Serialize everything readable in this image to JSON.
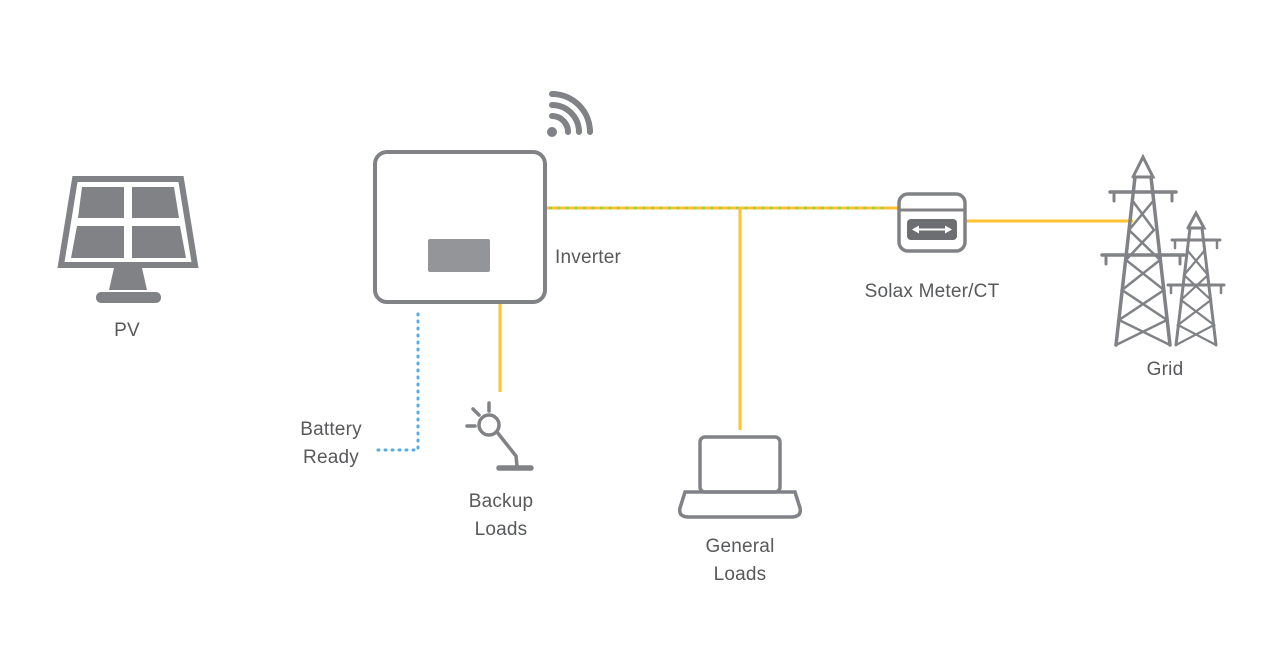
{
  "diagram": {
    "labels": {
      "pv": "PV",
      "inverter": "Inverter",
      "battery_ready": "Battery Ready",
      "backup_loads": "Backup Loads",
      "general_loads": "General Loads",
      "meter": "Solax Meter/CT",
      "grid": "Grid"
    },
    "colors": {
      "icon_gray": "#808285",
      "display_gray": "#939598",
      "text_gray": "#58595b",
      "line_yellow": "#ffc233",
      "dot_green": "#a6ce39",
      "dot_blue": "#55ace8"
    },
    "icons": {
      "pv": "solar-panel-icon",
      "inverter": "inverter-box-icon",
      "wifi": "wifi-signal-icon",
      "meter": "energy-meter-icon",
      "backup": "lamp-icon",
      "general": "laptop-icon",
      "grid": "transmission-towers-icon"
    }
  }
}
